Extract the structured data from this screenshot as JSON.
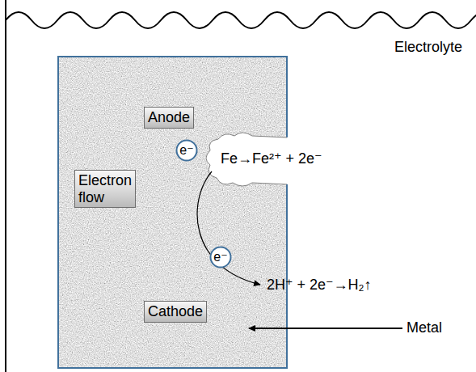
{
  "diagram": {
    "nodes": [
      {
        "text": [
          "Anode"
        ]
      },
      {
        "text": [
          "e⁻"
        ]
      },
      {
        "text": [
          "Electron flow"
        ]
      },
      {
        "text": [
          "e⁻"
        ]
      },
      {
        "text": [
          "Cathode"
        ]
      }
    ],
    "labels": [
      "Fe→Fe²⁺ + 2e⁻",
      "2H⁺ + 2e⁻→H₂↑",
      "Electrolyte",
      "Metal"
    ]
  }
}
